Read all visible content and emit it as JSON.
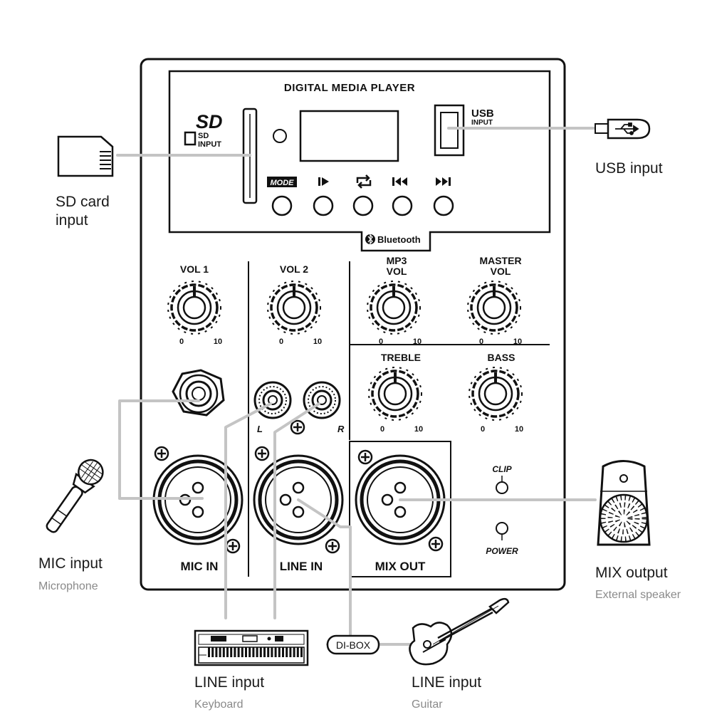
{
  "panel": {
    "media_player_title": "DIGITAL MEDIA PLAYER",
    "sd_logo": "SD",
    "sd_input_label": [
      "SD",
      "INPUT"
    ],
    "usb_input_label": [
      "USB",
      "INPUT"
    ],
    "mode_button_label": "MODE",
    "bluetooth_label": "Bluetooth",
    "knob_labels": {
      "vol1": "VOL 1",
      "vol2": "VOL 2",
      "mp3_vol": [
        "MP3",
        "VOL"
      ],
      "master_vol": [
        "MASTER",
        "VOL"
      ],
      "treble": "TREBLE",
      "bass": "BASS"
    },
    "scale_min": "0",
    "scale_max": "10",
    "rca_left": "L",
    "rca_right": "R",
    "clip_label": "CLIP",
    "power_label": "POWER",
    "section_labels": [
      "MIC IN",
      "LINE IN",
      "MIX OUT"
    ]
  },
  "callouts": {
    "sd_card": [
      "SD card",
      "input"
    ],
    "usb": "USB input",
    "mic": {
      "label": "MIC input",
      "sub": "Microphone"
    },
    "mix": {
      "label": "MIX output",
      "sub": "External speaker"
    },
    "line_keyboard": {
      "label": "LINE input",
      "sub": "Keyboard"
    },
    "line_guitar": {
      "label": "LINE input",
      "sub": "Guitar"
    },
    "di_box": "DI-BOX"
  },
  "colors": {
    "ink": "#111111",
    "cable": "#c4c4c4",
    "sub_text": "#8a8a8a"
  }
}
